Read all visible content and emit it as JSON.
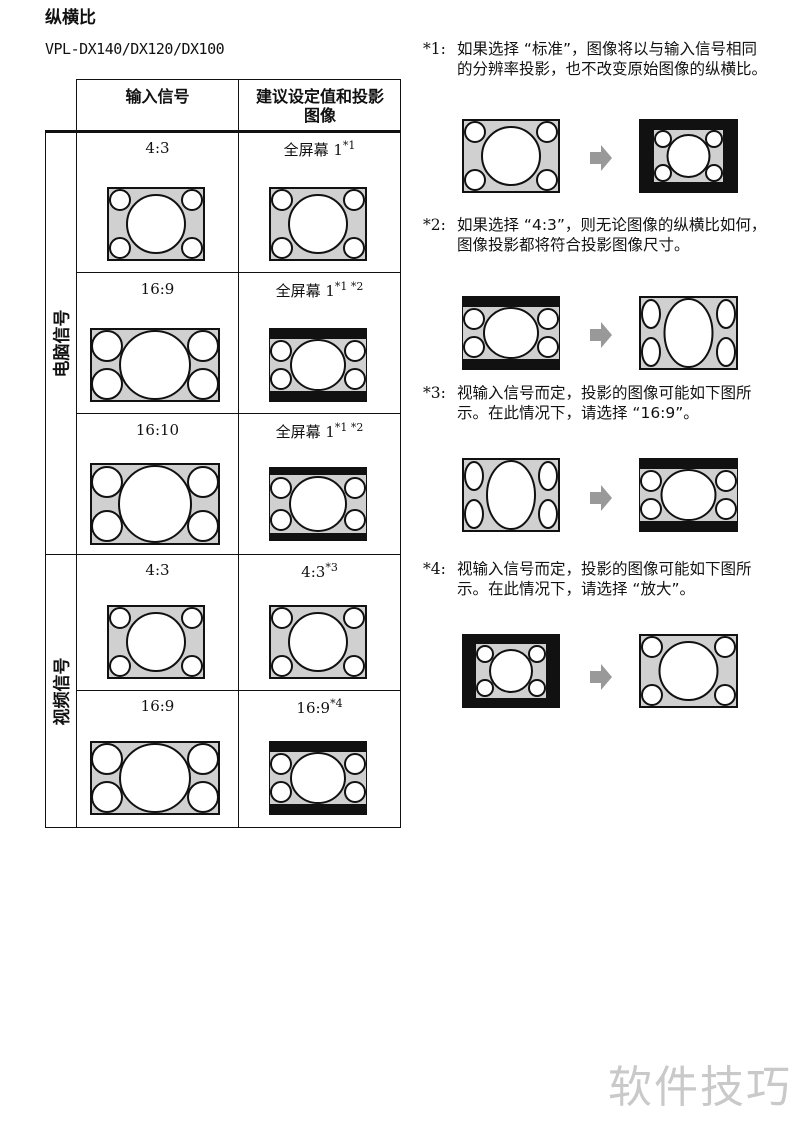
{
  "page": {
    "title": "纵横比",
    "model": "VPL-DX140/DX120/DX100"
  },
  "table": {
    "col_input": "输入信号",
    "col_recommend": "建议设定值和投影图像",
    "groups": [
      {
        "label": "电脑信号"
      },
      {
        "label": "视频信号"
      }
    ],
    "rows": [
      {
        "input": "4:3",
        "setting": "全屏幕 1",
        "note": "*1"
      },
      {
        "input": "16:9",
        "setting": "全屏幕 1",
        "note": "*1 *2"
      },
      {
        "input": "16:10",
        "setting": "全屏幕 1",
        "note": "*1 *2"
      },
      {
        "input": "4:3",
        "setting": "4:3",
        "note": "*3"
      },
      {
        "input": "16:9",
        "setting": "16:9",
        "note": "*4"
      }
    ]
  },
  "notes": [
    {
      "mark": "*1:",
      "text": "如果选择 “标准”，图像将以与输入信号相同的分辨率投影，也不改变原始图像的纵横比。"
    },
    {
      "mark": "*2:",
      "text": "如果选择 “4:3”，则无论图像的纵横比如何，图像投影都将符合投影图像尺寸。"
    },
    {
      "mark": "*3:",
      "text": "视输入信号而定，投影的图像可能如下图所示。在此情况下，请选择 “16:9”。"
    },
    {
      "mark": "*4:",
      "text": "视输入信号而定，投影的图像可能如下图所示。在此情况下，请选择 “放大”。"
    }
  ],
  "watermark": "软件技巧",
  "colors": {
    "ink": "#111111",
    "panel_gray": "#d0d0d0",
    "arrow_gray": "#999999",
    "watermark": "#c9c9c9"
  }
}
